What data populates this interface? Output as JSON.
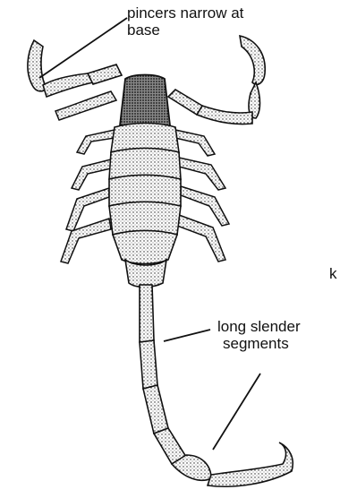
{
  "annotations": {
    "pincers": [
      "pincers narrow at",
      "base"
    ],
    "segments": [
      "long slender",
      "segments"
    ],
    "edge_fragment": "k"
  },
  "figure": {
    "subject": "scorpion-illustration",
    "style": "black ink line drawing on white"
  }
}
